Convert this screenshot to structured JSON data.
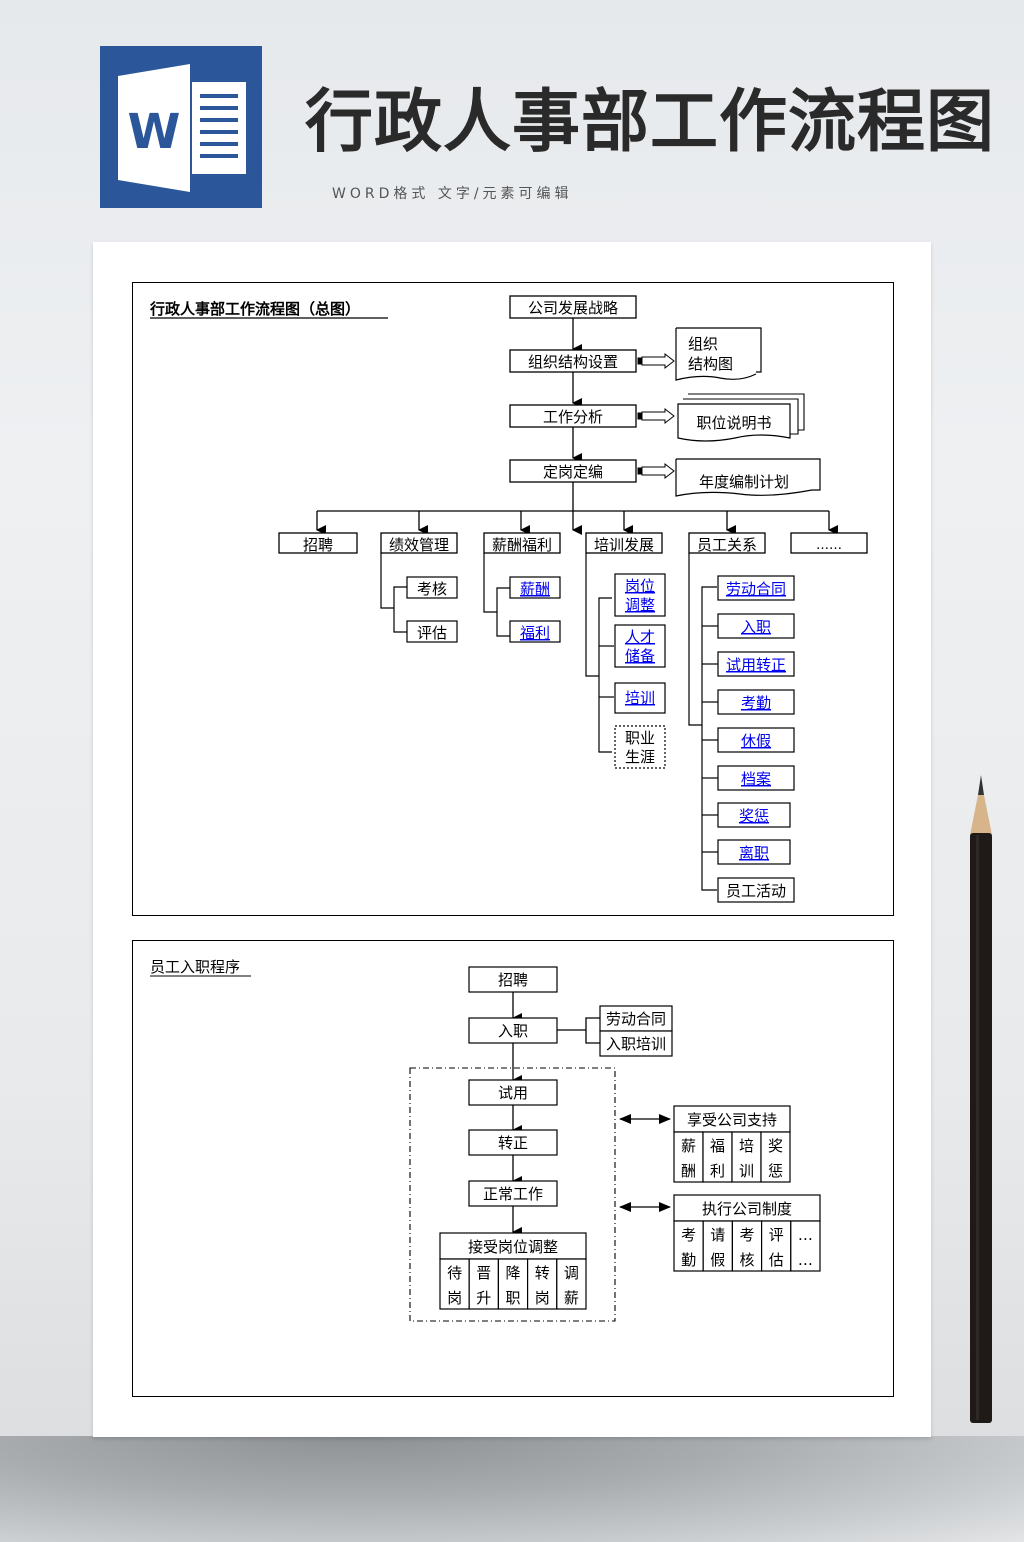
{
  "header": {
    "app_icon": "word-icon",
    "app_icon_letter": "W",
    "title": "行政人事部工作流程图",
    "subtitle": "WORD格式 文字/元素可编辑"
  },
  "colors": {
    "brand_blue": "#2b579a",
    "link_blue": "#0000ee",
    "ink": "#000000"
  },
  "overview": {
    "title": "行政人事部工作流程图（总图）",
    "main_steps": [
      "公司发展战略",
      "组织结构设置",
      "工作分析",
      "定岗定编"
    ],
    "outputs": {
      "org_chart": [
        "组织",
        "结构图"
      ],
      "job_desc": "职位说明书",
      "plan": "年度编制计划"
    },
    "branches": {
      "recruit": "招聘",
      "performance": {
        "label": "绩效管理",
        "items": [
          "考核",
          "评估"
        ]
      },
      "compensation": {
        "label": "薪酬福利",
        "items": [
          "薪酬",
          "福利"
        ]
      },
      "training": {
        "label": "培训发展",
        "items": [
          [
            "岗位",
            "调整"
          ],
          [
            "人才",
            "储备"
          ],
          [
            "培训"
          ],
          [
            "职业",
            "生涯"
          ]
        ]
      },
      "relations": {
        "label": "员工关系",
        "items": [
          "劳动合同",
          "入职",
          "试用转正",
          "考勤",
          "休假",
          "档案",
          "奖惩",
          "离职",
          "员工活动"
        ]
      },
      "more": "……"
    }
  },
  "onboarding": {
    "title": "员工入职程序",
    "steps": [
      "招聘",
      "入职",
      "试用",
      "转正",
      "正常工作"
    ],
    "entry_docs": [
      "劳动合同",
      "入职培训"
    ],
    "adjust": {
      "label": "接受岗位调整",
      "cells": [
        [
          "待",
          "岗"
        ],
        [
          "晋",
          "升"
        ],
        [
          "降",
          "职"
        ],
        [
          "转",
          "岗"
        ],
        [
          "调",
          "薪"
        ]
      ]
    },
    "support": {
      "label": "享受公司支持",
      "cells": [
        [
          "薪",
          "酬"
        ],
        [
          "福",
          "利"
        ],
        [
          "培",
          "训"
        ],
        [
          "奖",
          "惩"
        ]
      ]
    },
    "policy": {
      "label": "执行公司制度",
      "cells": [
        [
          "考",
          "勤"
        ],
        [
          "请",
          "假"
        ],
        [
          "考",
          "核"
        ],
        [
          "评",
          "估"
        ],
        [
          "…",
          "…"
        ]
      ]
    }
  }
}
